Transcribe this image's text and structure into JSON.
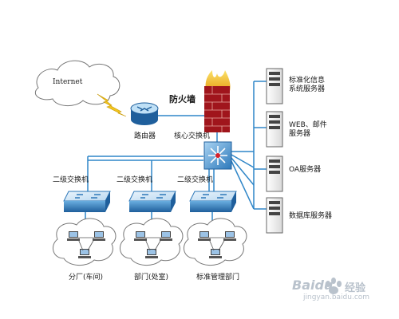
{
  "diagram": {
    "internet": "Internet",
    "router": "路由器",
    "firewall": "防火墙",
    "core_switch": "核心交换机",
    "secondary_switch": "二级交换机",
    "servers": [
      "标准化信息系统服务器",
      "WEB、邮件服务器",
      "OA服务器",
      "数据库服务器"
    ],
    "departments": [
      "分厂(车间)",
      "部门(处室)",
      "标准管理部门"
    ]
  },
  "watermark": {
    "brand": "Baidu",
    "brand_cn": "经验",
    "url": "jingyan.baidu.com"
  },
  "colors": {
    "link": "#2f86c8",
    "switch_top": "#cfe4f4",
    "switch_side": "#2e78b8",
    "firewall": "#a0151c",
    "flame": "#f2c51f",
    "cloud_stroke": "#777777",
    "server": "#666666"
  }
}
